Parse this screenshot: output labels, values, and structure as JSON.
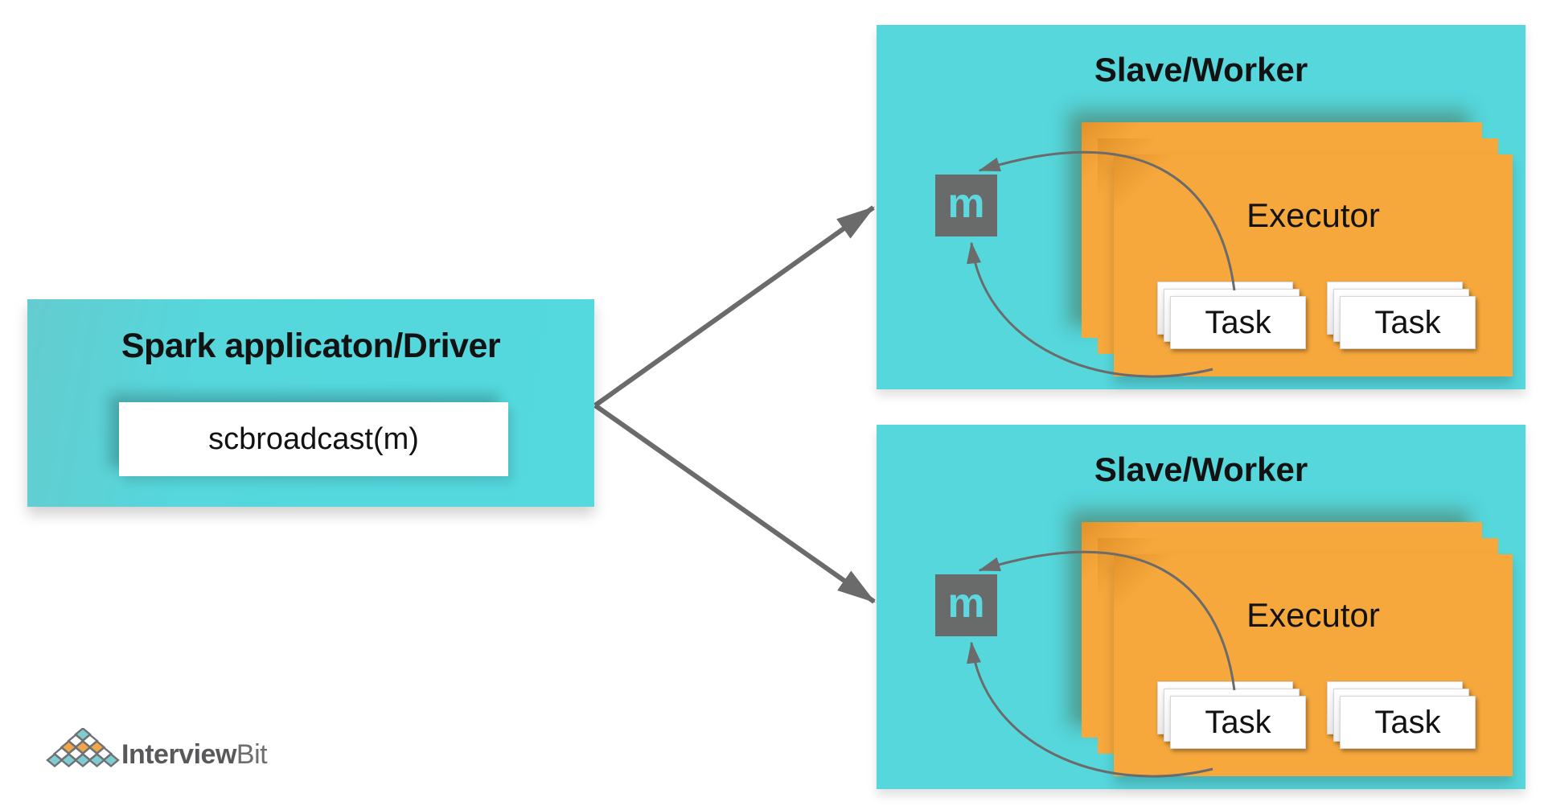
{
  "diagram": {
    "driver": {
      "title": "Spark applicaton/Driver",
      "code_label": "scbroadcast(m)"
    },
    "workers": [
      {
        "title": "Slave/Worker",
        "executor_label": "Executor",
        "broadcast_var": "m",
        "tasks": [
          "Task",
          "Task"
        ]
      },
      {
        "title": "Slave/Worker",
        "executor_label": "Executor",
        "broadcast_var": "m",
        "tasks": [
          "Task",
          "Task"
        ]
      }
    ],
    "colors": {
      "worker_teal": "#55d7dc",
      "driver_teal_left": "#64cccf",
      "driver_teal_right": "#53d9de",
      "executor_orange": "#f6a83c",
      "var_box_gray": "#696a6a",
      "var_letter_teal": "#5cd8de",
      "arrow_gray": "#6b6b6b",
      "text_black": "#121212"
    }
  },
  "logo": {
    "brand_bold": "Interview",
    "brand_light": "Bit",
    "pyramid_rows": [
      [
        "teal"
      ],
      [
        "white",
        "white"
      ],
      [
        "orange",
        "orange",
        "orange"
      ],
      [
        "white",
        "white",
        "white",
        "white"
      ],
      [
        "teal",
        "teal",
        "teal",
        "teal",
        "teal"
      ]
    ],
    "pyramid_colors": {
      "teal": "#7fccd2",
      "white": "#ffffff",
      "orange": "#f0a64a",
      "outline": "#6f7072"
    }
  }
}
